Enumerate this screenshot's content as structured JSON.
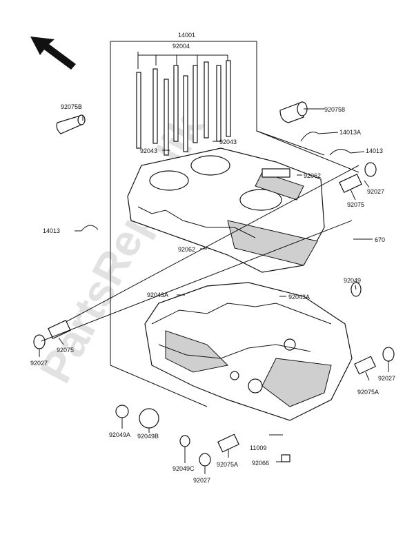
{
  "watermark": "PartsRepublik",
  "labels": {
    "l14001": "14001",
    "l92004": "92004",
    "l92075B_left": "92075B",
    "l92075B_right": "920758",
    "l92043_left": "92043",
    "l92043_right": "92043",
    "l14013A": "14013A",
    "l14013_right": "14013",
    "l92062_top": "92062",
    "l92027_upper_right": "92027",
    "l92075_upper_right": "92075",
    "l14013_left": "14013",
    "l92062_mid": "92062",
    "l670": "670",
    "l92043A_left": "92043A",
    "l92043A_right": "92043A",
    "l92049": "92049",
    "l92075_left": "92075",
    "l92027_left": "92027",
    "l92027_right": "92027",
    "l92075A_right": "92075A",
    "l92049A": "92049A",
    "l92049B": "92049B",
    "l92049C": "92049C",
    "l92075A_bottom": "92075A",
    "l92027_bottom": "92027",
    "l11009": "11009",
    "l92066": "92066"
  },
  "icons": {
    "direction": "front-arrow-icon"
  }
}
